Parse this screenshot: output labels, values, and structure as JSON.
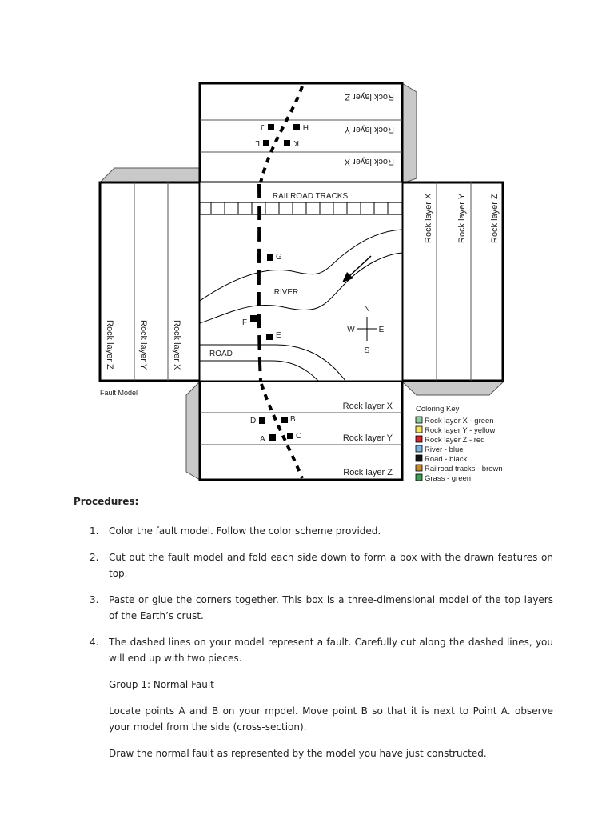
{
  "diagram": {
    "caption": "Fault Model",
    "top_panel_labels": [
      "Rock layer Z",
      "Rock layer Y",
      "Rock layer X"
    ],
    "left_panel_labels": [
      "Rock layer Z",
      "Rock layer Y",
      "Rock layer X"
    ],
    "right_panel_labels": [
      "Rock layer X",
      "Rock layer Y",
      "Rock layer Z"
    ],
    "bottom_panel_labels": [
      "Rock layer X",
      "Rock layer Y",
      "Rock layer Z"
    ],
    "railroad_label": "RAILROAD TRACKS",
    "river_label": "RIVER",
    "road_label": "ROAD",
    "compass": {
      "n": "N",
      "s": "S",
      "e": "E",
      "w": "W"
    },
    "points_top": [
      "J",
      "H",
      "L",
      "K"
    ],
    "points_center": [
      "G",
      "F",
      "E"
    ],
    "points_bottom": [
      "D",
      "B",
      "A",
      "C"
    ]
  },
  "coloring_key": {
    "title": "Coloring Key",
    "items": [
      {
        "label": "Rock layer X - green",
        "color": "#8fce9b"
      },
      {
        "label": "Rock layer Y - yellow",
        "color": "#f4e25a"
      },
      {
        "label": "Rock layer Z - red",
        "color": "#d7262c"
      },
      {
        "label": "River - blue",
        "color": "#7ab3df"
      },
      {
        "label": "Road - black",
        "color": "#111111"
      },
      {
        "label": "Railroad tracks - brown",
        "color": "#c98a2e"
      },
      {
        "label": "Grass - green",
        "color": "#3f9e55"
      }
    ]
  },
  "procedures": {
    "title": "Procedures:",
    "steps": [
      {
        "num": "1.",
        "text": "Color the fault model. Follow the color scheme provided."
      },
      {
        "num": "2.",
        "text": "Cut out the fault model and fold each side down to form a box with the drawn features on top."
      },
      {
        "num": "3.",
        "text": "Paste or glue the corners together. This box is a three-dimensional model of the top layers of the Earth’s crust."
      },
      {
        "num": "4.",
        "text": "The dashed lines on your model represent a fault. Carefully cut along the dashed lines, you will end up with two pieces."
      }
    ],
    "group_heading": "Group 1: Normal Fault",
    "instruction_1": "Locate points A and B on your mpdel. Move point B so that it is next to Point A. observe your model from the side (cross-section).",
    "instruction_2": "Draw the normal fault as represented by the model you have just constructed."
  }
}
